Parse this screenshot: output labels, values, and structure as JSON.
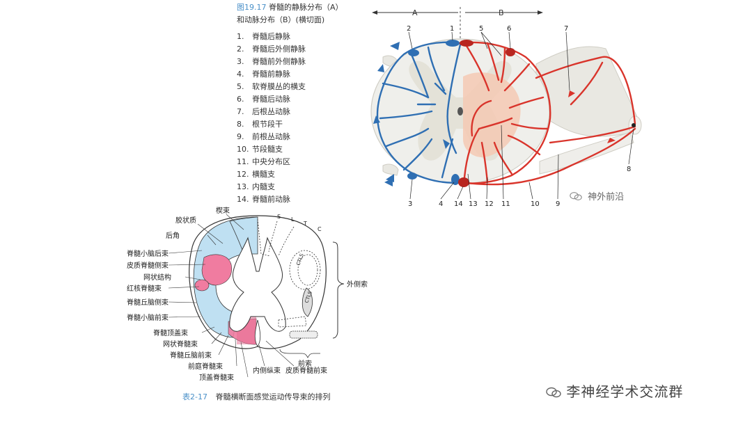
{
  "vessel_figure": {
    "title_prefix": "图19.17",
    "title_line1": "脊髓的静脉分布（A）",
    "title_line2": "和动脉分布（B）(横切面)",
    "legend": [
      {
        "num": "1.",
        "label": "脊髓后静脉"
      },
      {
        "num": "2.",
        "label": "脊髓后外侧静脉"
      },
      {
        "num": "3.",
        "label": "脊髓前外侧静脉"
      },
      {
        "num": "4.",
        "label": "脊髓前静脉"
      },
      {
        "num": "5.",
        "label": "软脊膜丛的横支"
      },
      {
        "num": "6.",
        "label": "脊髓后动脉"
      },
      {
        "num": "7.",
        "label": "后根丛动脉"
      },
      {
        "num": "8.",
        "label": "根节段干"
      },
      {
        "num": "9.",
        "label": "前根丛动脉"
      },
      {
        "num": "10.",
        "label": "节段髓支"
      },
      {
        "num": "11.",
        "label": "中央分布区"
      },
      {
        "num": "12.",
        "label": "横髓支"
      },
      {
        "num": "13.",
        "label": "内髓支"
      },
      {
        "num": "14.",
        "label": "脊髓前动脉"
      }
    ],
    "side_a": "A",
    "side_b": "B",
    "numbers_top": [
      "2",
      "1",
      "5",
      "6",
      "7"
    ],
    "numbers_bottom": [
      "3",
      "4",
      "14",
      "13",
      "12",
      "11",
      "10",
      "9",
      "8"
    ],
    "colors": {
      "vein": "#2f6fb3",
      "artery": "#d9342b",
      "cord": "#eeeeea",
      "grey": "#e3e1d8",
      "central": "#f2c7b3"
    }
  },
  "tract_figure": {
    "labels_left": [
      "后角",
      "脊髓小脑后束",
      "皮质脊髓侧束",
      "网状结构",
      "红核脊髓束",
      "脊髓丘脑侧束",
      "脊髓小脑前束",
      "脊髓顶盖束",
      "网状脊髓束",
      "脊髓丘脑前束",
      "前庭脊髓束",
      "顶盖脊髓束"
    ],
    "label_fasciculus": "楔束",
    "label_gelatinosa": "胶状质",
    "label_medial": "内侧纵束",
    "label_cst_anterior": "皮质脊髓前束",
    "label_lateral_funiculus": "外侧索",
    "label_anterior_funiculus": "前索",
    "segment_letters": [
      "S",
      "L",
      "T",
      "C"
    ],
    "tract_marks": [
      "CTLS",
      "CTLS"
    ],
    "caption_prefix": "表2-17",
    "caption": "脊髓横断面感觉运动传导束的排列",
    "colors": {
      "sensory": "#bfe0f2",
      "motor": "#f07ca0"
    }
  },
  "watermarks": {
    "top": "神外前沿",
    "bottom": "李神经学术交流群"
  }
}
